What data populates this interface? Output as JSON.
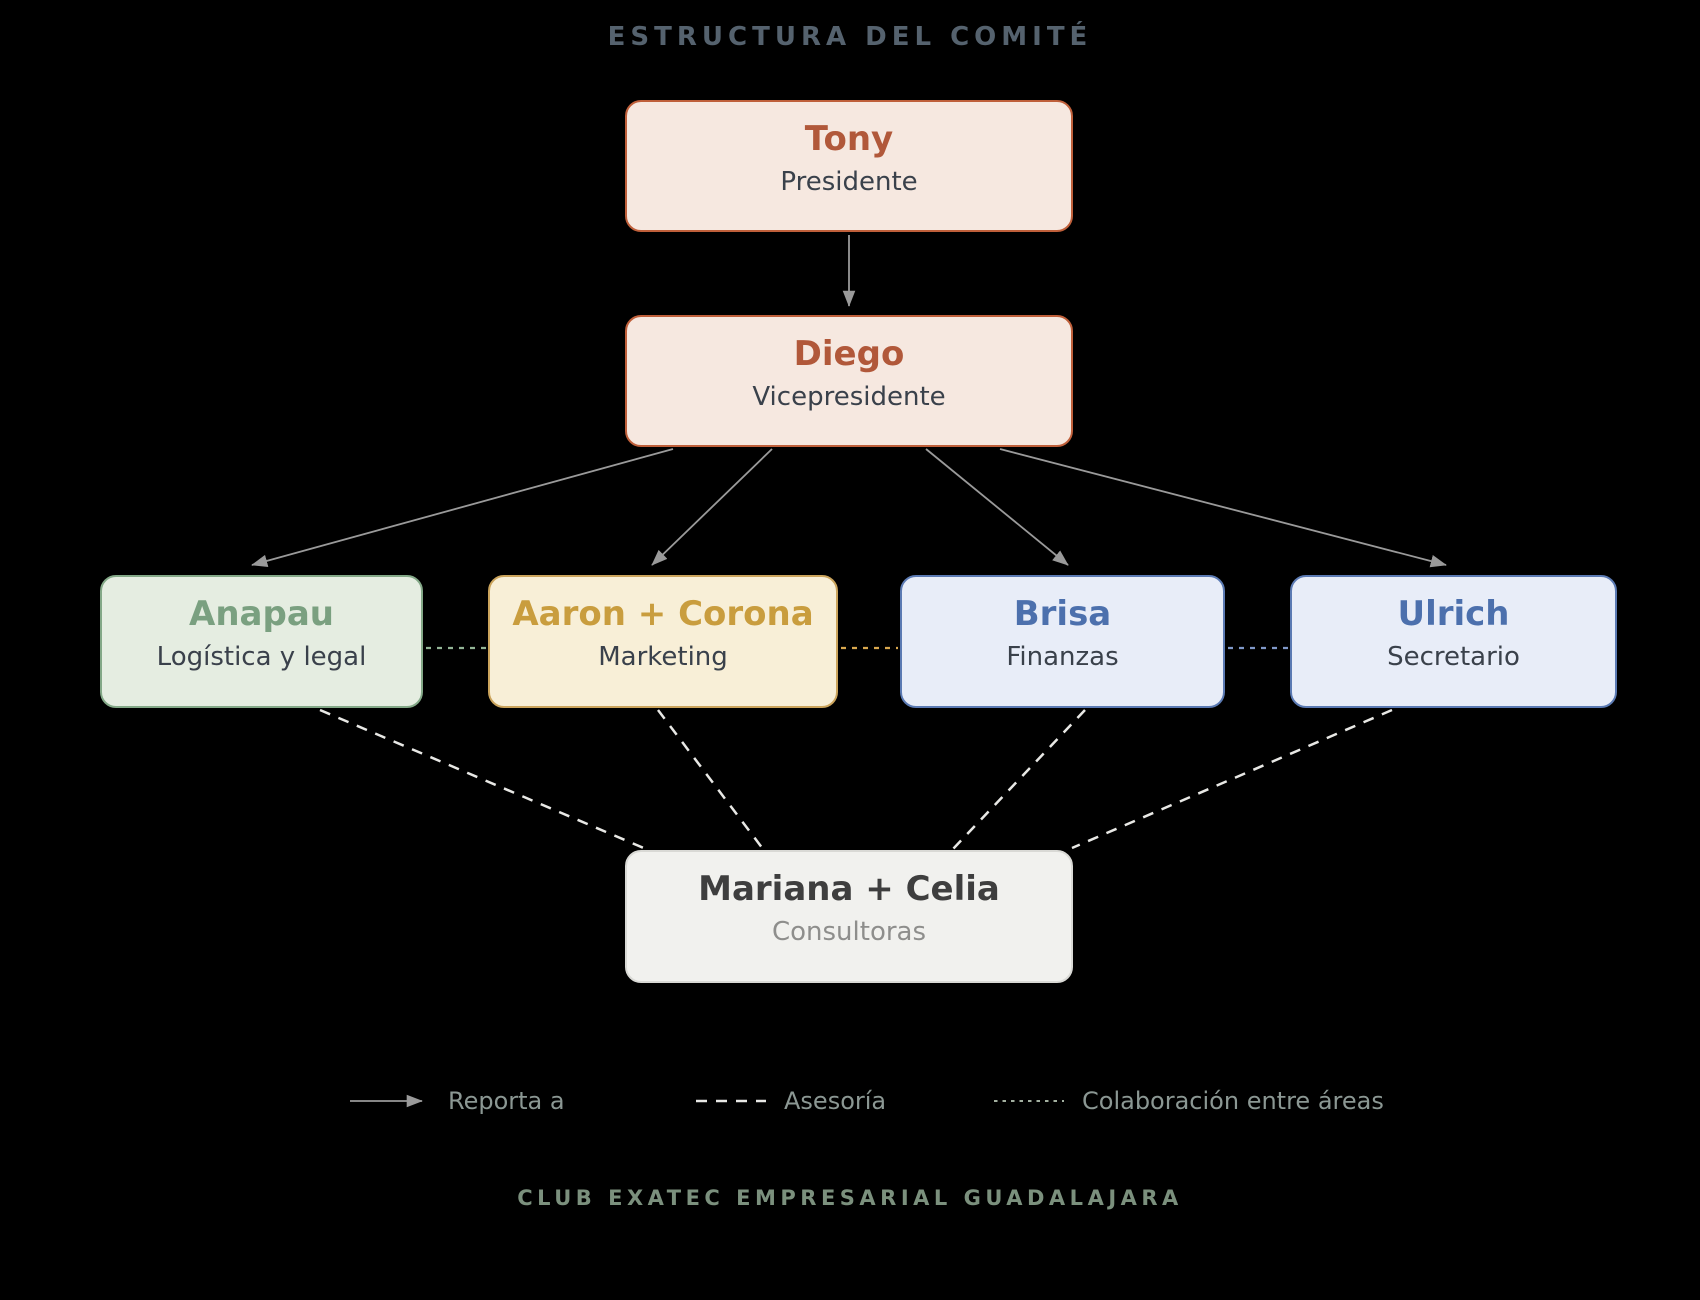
{
  "title": "ESTRUCTURA DEL COMITÉ",
  "footer": "CLUB EXATEC EMPRESARIAL GUADALAJARA",
  "nodes": {
    "president": {
      "name": "Tony",
      "role": "Presidente"
    },
    "vicepresident": {
      "name": "Diego",
      "role": "Vicepresidente"
    },
    "logistics": {
      "name": "Anapau",
      "role": "Logística y legal"
    },
    "marketing": {
      "name": "Aaron + Corona",
      "role": "Marketing"
    },
    "finance": {
      "name": "Brisa",
      "role": "Finanzas"
    },
    "secretary": {
      "name": "Ulrich",
      "role": "Secretario"
    },
    "consultants": {
      "name": "Mariana + Celia",
      "role": "Consultoras"
    }
  },
  "legend": {
    "reports": "Reporta a",
    "advisory": "Asesoría",
    "collaboration": "Colaboración entre áreas"
  },
  "colors": {
    "background": "#000000",
    "title_text": "#55626e",
    "footer_text": "#7b907d",
    "legend_text": "#8b9793",
    "report_line": "#9a9a9a",
    "advisory_line": "#e8e8e5",
    "collab_green": "#93b596",
    "collab_amber": "#d9a84e",
    "collab_blue": "#8099c9",
    "exec_fill": "#f6e8e0",
    "exec_border": "#bf5f3a",
    "exec_name": "#b1583a",
    "green_fill": "#e5ede1",
    "green_border": "#83a887",
    "green_name": "#7aa080",
    "amber_fill": "#f8efd7",
    "amber_border": "#cba45c",
    "amber_name": "#c99d3e",
    "blue_fill": "#e8edf8",
    "blue_border": "#5b7ab3",
    "blue_name": "#4c70ad",
    "neutral_fill": "#f1f1ee",
    "subtitle_text": "#3a414b",
    "consultants_role_text": "#8e8e8c"
  }
}
